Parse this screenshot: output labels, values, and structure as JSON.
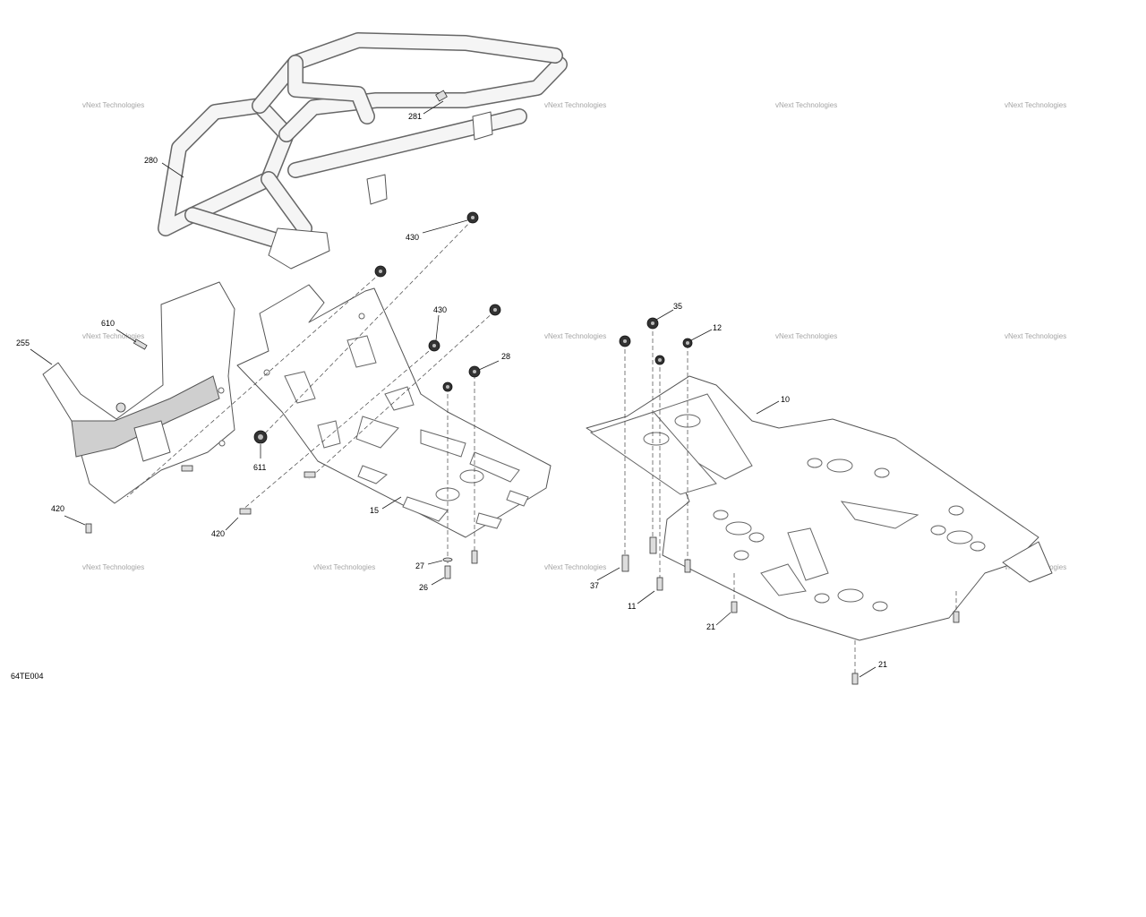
{
  "figure_id": "64TE004",
  "watermark_text": "vNext Technologies",
  "callouts": {
    "c280": "280",
    "c281": "281",
    "c430a": "430",
    "c430b": "430",
    "c610": "610",
    "c255": "255",
    "c611": "611",
    "c420a": "420",
    "c420b": "420",
    "c15": "15",
    "c28": "28",
    "c27": "27",
    "c26": "26",
    "c35": "35",
    "c12": "12",
    "c10": "10",
    "c37": "37",
    "c11": "11",
    "c21a": "21",
    "c21b": "21"
  },
  "colors": {
    "line": "#555555",
    "shade": "#cfcfcf",
    "watermark": "#9a9a9a"
  }
}
